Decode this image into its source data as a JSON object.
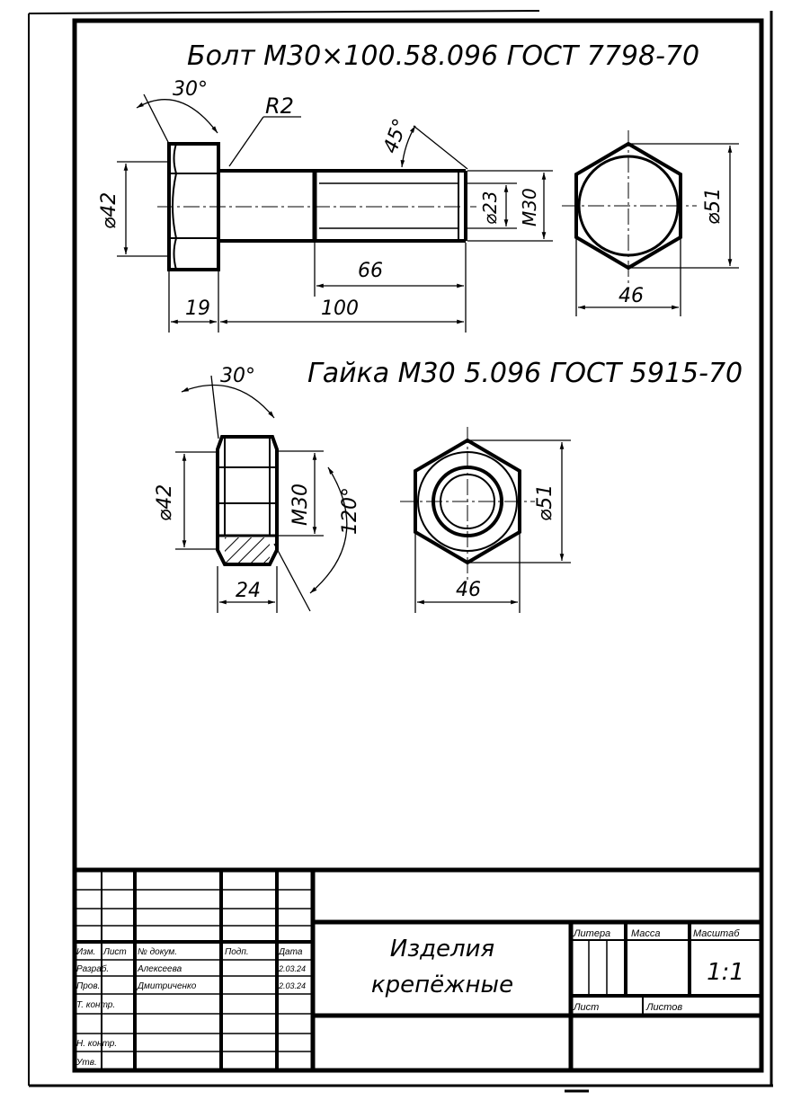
{
  "bolt": {
    "title": "Болт М30×100.58.096 ГОСТ 7798-70",
    "angle_head": "30°",
    "radius": "R2",
    "chamfer_angle": "45°",
    "dia_head": "⌀42",
    "dia_thread_inner": "⌀23",
    "thread": "М30",
    "len_thread": "66",
    "len_total": "100",
    "head_height": "19",
    "hex_dia": "⌀51",
    "hex_width": "46"
  },
  "nut": {
    "title": "Гайка М30 5.096 ГОСТ 5915-70",
    "angle_chamfer": "30°",
    "angle_120": "120°",
    "dia_chamfer": "⌀42",
    "thread": "М30",
    "height": "24",
    "hex_dia": "⌀51",
    "hex_width": "46"
  },
  "title_block": {
    "header": {
      "izm": "Изм.",
      "list": "Лист",
      "doc_no": "№ докум.",
      "sign": "Подп.",
      "date": "Дата"
    },
    "rows": [
      {
        "role": "Разраб.",
        "name": "Алексеева",
        "date": "2.03.24"
      },
      {
        "role": "Пров.",
        "name": "Дмитриченко",
        "date": "2.03.24"
      },
      {
        "role": "Т. контр.",
        "name": "",
        "date": ""
      },
      {
        "role": "Н. контр.",
        "name": "",
        "date": ""
      },
      {
        "role": "Утв.",
        "name": "",
        "date": ""
      }
    ],
    "product_name_line1": "Изделия",
    "product_name_line2": "крепёжные",
    "lit": "Литера",
    "mass": "Масса",
    "scale_label": "Масштаб",
    "scale": "1:1",
    "sheet": "Лист",
    "sheets": "Листов"
  }
}
